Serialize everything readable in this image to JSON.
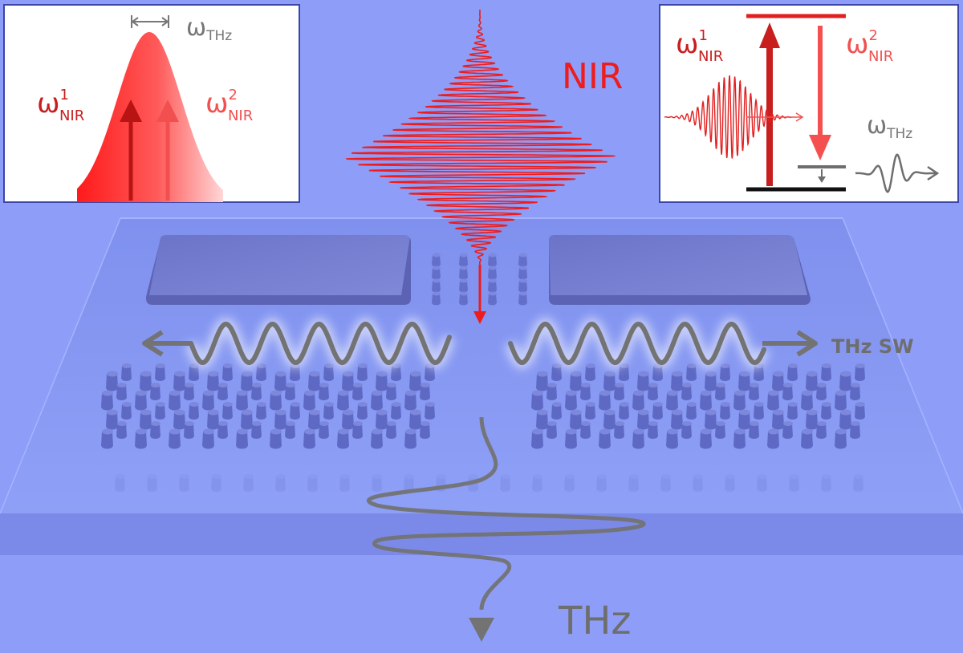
{
  "labels": {
    "nir": "NIR",
    "thz": "THz",
    "thz_sw": "THz SW"
  },
  "inset_left": {
    "omega_thz_symbol": "ω",
    "omega_thz_sub": "THz",
    "omega1_symbol": "ω",
    "omega1_sup": "1",
    "omega1_sub": "NIR",
    "omega2_symbol": "ω",
    "omega2_sup": "2",
    "omega2_sub": "NIR"
  },
  "inset_right": {
    "omega1_symbol": "ω",
    "omega1_sup": "1",
    "omega1_sub": "NIR",
    "omega2_symbol": "ω",
    "omega2_sup": "2",
    "omega2_sub": "NIR",
    "omega_thz_symbol": "ω",
    "omega_thz_sub": "THz"
  },
  "colors": {
    "background": "#8e9ef8",
    "slab_top": "#8799f2",
    "pillar": "#6470c8",
    "nir_red": "#ee1c1c",
    "dark_red": "#c81e1e",
    "light_red": "#f45a5a",
    "thz_gray": "#6e6e6e"
  }
}
